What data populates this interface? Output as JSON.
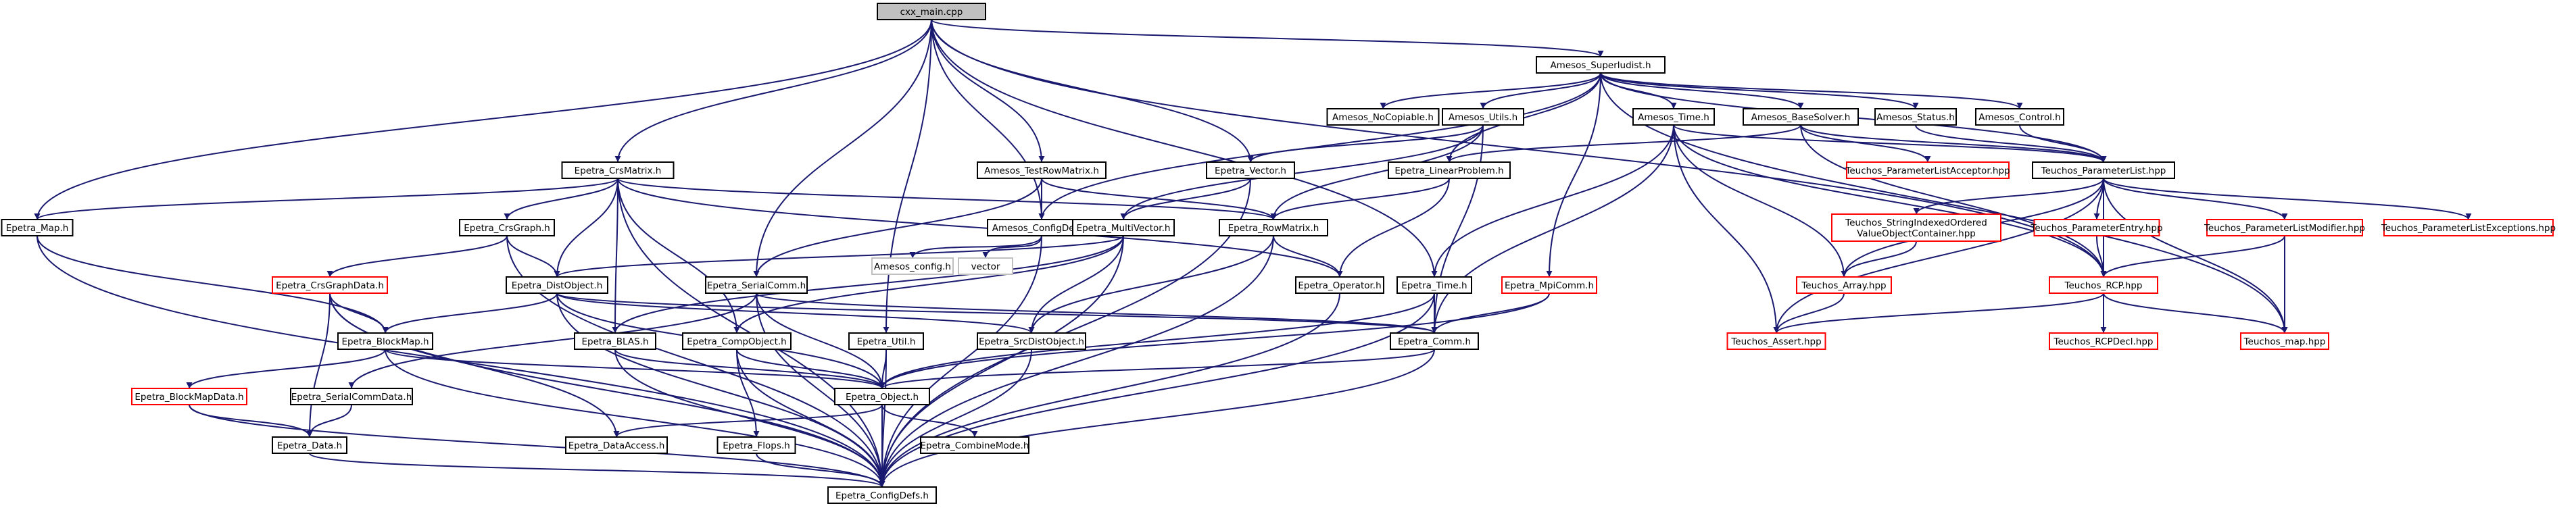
{
  "colors": {
    "edge": "#191970",
    "node_border": "#000000",
    "root_fill": "#c0c0c0",
    "missing_border": "#ff0000",
    "ignored_border": "#c0c0c0",
    "text": "#000000"
  },
  "nodes": [
    {
      "id": "root",
      "label": "cxx_main.cpp",
      "kind": "root"
    },
    {
      "id": "amsu",
      "label": "Amesos_Superludist.h",
      "kind": "normal"
    },
    {
      "id": "nocop",
      "label": "Amesos_NoCopiable.h",
      "kind": "normal"
    },
    {
      "id": "autil",
      "label": "Amesos_Utils.h",
      "kind": "normal"
    },
    {
      "id": "atime",
      "label": "Amesos_Time.h",
      "kind": "normal"
    },
    {
      "id": "abase",
      "label": "Amesos_BaseSolver.h",
      "kind": "normal"
    },
    {
      "id": "astat",
      "label": "Amesos_Status.h",
      "kind": "normal"
    },
    {
      "id": "actrl",
      "label": "Amesos_Control.h",
      "kind": "normal"
    },
    {
      "id": "crsm",
      "label": "Epetra_CrsMatrix.h",
      "kind": "normal"
    },
    {
      "id": "trm",
      "label": "Amesos_TestRowMatrix.h",
      "kind": "normal"
    },
    {
      "id": "evec",
      "label": "Epetra_Vector.h",
      "kind": "normal"
    },
    {
      "id": "elp",
      "label": "Epetra_LinearProblem.h",
      "kind": "normal"
    },
    {
      "id": "tplacc",
      "label": "Teuchos_ParameterListAcceptor.hpp",
      "kind": "missing"
    },
    {
      "id": "tpl",
      "label": "Teuchos_ParameterList.hpp",
      "kind": "normal"
    },
    {
      "id": "emap",
      "label": "Epetra_Map.h",
      "kind": "normal"
    },
    {
      "id": "crsg",
      "label": "Epetra_CrsGraph.h",
      "kind": "normal"
    },
    {
      "id": "acd",
      "label": "Amesos_ConfigDefs.h",
      "kind": "normal"
    },
    {
      "id": "emv",
      "label": "Epetra_MultiVector.h",
      "kind": "normal"
    },
    {
      "id": "erm",
      "label": "Epetra_RowMatrix.h",
      "kind": "normal"
    },
    {
      "id": "tsivo",
      "label": "Teuchos_StringIndexedOrdered\nValueObjectContainer.hpp",
      "kind": "missing"
    },
    {
      "id": "tpe",
      "label": "Teuchos_ParameterEntry.hpp",
      "kind": "missing"
    },
    {
      "id": "tplm",
      "label": "Teuchos_ParameterListModifier.hpp",
      "kind": "missing"
    },
    {
      "id": "tple",
      "label": "Teuchos_ParameterListExceptions.hpp",
      "kind": "missing"
    },
    {
      "id": "amcfg",
      "label": "Amesos_config.h",
      "kind": "ignored"
    },
    {
      "id": "vector",
      "label": "vector",
      "kind": "ignored"
    },
    {
      "id": "ecgd",
      "label": "Epetra_CrsGraphData.h",
      "kind": "missing"
    },
    {
      "id": "edo",
      "label": "Epetra_DistObject.h",
      "kind": "normal"
    },
    {
      "id": "esc",
      "label": "Epetra_SerialComm.h",
      "kind": "normal"
    },
    {
      "id": "eop",
      "label": "Epetra_Operator.h",
      "kind": "normal"
    },
    {
      "id": "etime",
      "label": "Epetra_Time.h",
      "kind": "normal"
    },
    {
      "id": "empi",
      "label": "Epetra_MpiComm.h",
      "kind": "missing"
    },
    {
      "id": "tarr",
      "label": "Teuchos_Array.hpp",
      "kind": "missing"
    },
    {
      "id": "trcp",
      "label": "Teuchos_RCP.hpp",
      "kind": "missing"
    },
    {
      "id": "ebm",
      "label": "Epetra_BlockMap.h",
      "kind": "normal"
    },
    {
      "id": "eblas",
      "label": "Epetra_BLAS.h",
      "kind": "normal"
    },
    {
      "id": "ecomp",
      "label": "Epetra_CompObject.h",
      "kind": "normal"
    },
    {
      "id": "eutil",
      "label": "Epetra_Util.h",
      "kind": "normal"
    },
    {
      "id": "esdo",
      "label": "Epetra_SrcDistObject.h",
      "kind": "normal"
    },
    {
      "id": "ecomm",
      "label": "Epetra_Comm.h",
      "kind": "normal"
    },
    {
      "id": "tasrt",
      "label": "Teuchos_Assert.hpp",
      "kind": "missing"
    },
    {
      "id": "trcpd",
      "label": "Teuchos_RCPDecl.hpp",
      "kind": "missing"
    },
    {
      "id": "tmap",
      "label": "Teuchos_map.hpp",
      "kind": "missing"
    },
    {
      "id": "ebmd",
      "label": "Epetra_BlockMapData.h",
      "kind": "missing"
    },
    {
      "id": "escd",
      "label": "Epetra_SerialCommData.h",
      "kind": "normal"
    },
    {
      "id": "eobj",
      "label": "Epetra_Object.h",
      "kind": "normal"
    },
    {
      "id": "eda",
      "label": "Epetra_DataAccess.h",
      "kind": "normal"
    },
    {
      "id": "ecm",
      "label": "Epetra_CombineMode.h",
      "kind": "normal"
    },
    {
      "id": "edata",
      "label": "Epetra_Data.h",
      "kind": "normal"
    },
    {
      "id": "eflops",
      "label": "Epetra_Flops.h",
      "kind": "normal"
    },
    {
      "id": "ecd",
      "label": "Epetra_ConfigDefs.h",
      "kind": "normal"
    }
  ],
  "edges": [
    [
      "root",
      "amsu"
    ],
    [
      "root",
      "crsm"
    ],
    [
      "root",
      "emap"
    ],
    [
      "root",
      "trm"
    ],
    [
      "root",
      "evec"
    ],
    [
      "root",
      "acd"
    ],
    [
      "root",
      "esc"
    ],
    [
      "root",
      "etime"
    ],
    [
      "root",
      "trcp"
    ],
    [
      "root",
      "eutil"
    ],
    [
      "amsu",
      "nocop"
    ],
    [
      "amsu",
      "autil"
    ],
    [
      "amsu",
      "atime"
    ],
    [
      "amsu",
      "abase"
    ],
    [
      "amsu",
      "astat"
    ],
    [
      "amsu",
      "actrl"
    ],
    [
      "amsu",
      "elp"
    ],
    [
      "amsu",
      "tpl"
    ],
    [
      "amsu",
      "acd"
    ],
    [
      "amsu",
      "empi"
    ],
    [
      "amsu",
      "tmap"
    ],
    [
      "autil",
      "evec"
    ],
    [
      "autil",
      "emv"
    ],
    [
      "autil",
      "erm"
    ],
    [
      "autil",
      "ecomm"
    ],
    [
      "atime",
      "tpl"
    ],
    [
      "atime",
      "etime"
    ],
    [
      "atime",
      "trcp"
    ],
    [
      "atime",
      "ecomm"
    ],
    [
      "atime",
      "tarr"
    ],
    [
      "atime",
      "tasrt"
    ],
    [
      "abase",
      "elp"
    ],
    [
      "abase",
      "tpl"
    ],
    [
      "abase",
      "tplacc"
    ],
    [
      "abase",
      "trcp"
    ],
    [
      "astat",
      "tpl"
    ],
    [
      "actrl",
      "tpl"
    ],
    [
      "crsm",
      "emap"
    ],
    [
      "crsm",
      "crsg"
    ],
    [
      "crsm",
      "erm"
    ],
    [
      "crsm",
      "edo"
    ],
    [
      "crsm",
      "eblas"
    ],
    [
      "crsm",
      "ecomp"
    ],
    [
      "crsm",
      "eop"
    ],
    [
      "crsm",
      "ecd"
    ],
    [
      "trm",
      "acd"
    ],
    [
      "trm",
      "erm"
    ],
    [
      "trm",
      "esc"
    ],
    [
      "evec",
      "emv"
    ],
    [
      "evec",
      "ecd"
    ],
    [
      "elp",
      "erm"
    ],
    [
      "elp",
      "eop"
    ],
    [
      "tpl",
      "tsivo"
    ],
    [
      "tpl",
      "tpe"
    ],
    [
      "tpl",
      "tplm"
    ],
    [
      "tpl",
      "tple"
    ],
    [
      "tpl",
      "trcp"
    ],
    [
      "tpl",
      "tarr"
    ],
    [
      "tpl",
      "tasrt"
    ],
    [
      "tpl",
      "tmap"
    ],
    [
      "emap",
      "ebm"
    ],
    [
      "emap",
      "ecd"
    ],
    [
      "crsg",
      "ecgd"
    ],
    [
      "crsg",
      "edo"
    ],
    [
      "crsg",
      "ecd"
    ],
    [
      "acd",
      "amcfg"
    ],
    [
      "acd",
      "vector"
    ],
    [
      "acd",
      "ecd"
    ],
    [
      "emv",
      "edo"
    ],
    [
      "emv",
      "eblas"
    ],
    [
      "emv",
      "ecomp"
    ],
    [
      "emv",
      "esdo"
    ],
    [
      "emv",
      "ecd"
    ],
    [
      "erm",
      "eop"
    ],
    [
      "erm",
      "esdo"
    ],
    [
      "erm",
      "ecd"
    ],
    [
      "tsivo",
      "tarr"
    ],
    [
      "tpe",
      "trcp"
    ],
    [
      "tplm",
      "trcp"
    ],
    [
      "tplm",
      "tmap"
    ],
    [
      "ecgd",
      "ebm"
    ],
    [
      "ecgd",
      "edata"
    ],
    [
      "ecgd",
      "eda"
    ],
    [
      "ecgd",
      "ecd"
    ],
    [
      "edo",
      "ebm"
    ],
    [
      "edo",
      "esdo"
    ],
    [
      "edo",
      "ecomm"
    ],
    [
      "edo",
      "eobj"
    ],
    [
      "edo",
      "ecd"
    ],
    [
      "esc",
      "escd"
    ],
    [
      "esc",
      "ecomm"
    ],
    [
      "esc",
      "eobj"
    ],
    [
      "esc",
      "ecd"
    ],
    [
      "eop",
      "ecd"
    ],
    [
      "etime",
      "ecomm"
    ],
    [
      "etime",
      "eobj"
    ],
    [
      "etime",
      "ecd"
    ],
    [
      "empi",
      "ecomm"
    ],
    [
      "empi",
      "eobj"
    ],
    [
      "tarr",
      "tasrt"
    ],
    [
      "trcp",
      "tasrt"
    ],
    [
      "trcp",
      "trcpd"
    ],
    [
      "trcp",
      "tmap"
    ],
    [
      "ebm",
      "ebmd"
    ],
    [
      "ebm",
      "eobj"
    ],
    [
      "ebm",
      "ecd"
    ],
    [
      "eblas",
      "eobj"
    ],
    [
      "eblas",
      "ecd"
    ],
    [
      "ecomp",
      "eflops"
    ],
    [
      "ecomp",
      "eobj"
    ],
    [
      "ecomp",
      "ecd"
    ],
    [
      "eutil",
      "eobj"
    ],
    [
      "eutil",
      "ecd"
    ],
    [
      "esdo",
      "ecd"
    ],
    [
      "ecomm",
      "eobj"
    ],
    [
      "ecomm",
      "ecd"
    ],
    [
      "ebmd",
      "edata"
    ],
    [
      "ebmd",
      "ecd"
    ],
    [
      "escd",
      "edata"
    ],
    [
      "eobj",
      "eda"
    ],
    [
      "eobj",
      "ecm"
    ],
    [
      "eobj",
      "ecd"
    ],
    [
      "edata",
      "ecd"
    ],
    [
      "eflops",
      "ecd"
    ]
  ]
}
